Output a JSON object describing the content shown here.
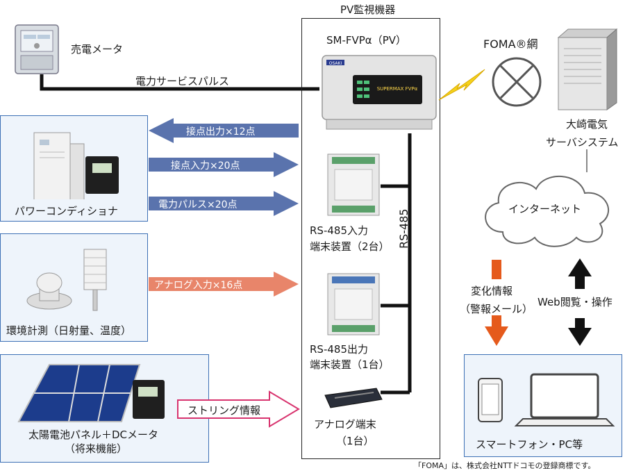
{
  "monitor": {
    "group_title": "PV監視機器",
    "device_name": "SM-FVPα（PV）",
    "brand": "OSAKI",
    "model_text": "SUPERMAX FVPα"
  },
  "meter": {
    "label": "売電メータ",
    "pulse_line": "電力サービスパルス"
  },
  "left_boxes": {
    "power_conditioner": "パワーコンディショナ",
    "environment": "環境計測（日射量、温度）",
    "solar": "太陽電池パネル＋DCメータ",
    "solar_note": "（将来機能）"
  },
  "arrows": {
    "contact_out": "接点出力×12点",
    "contact_in": "接点入力×20点",
    "power_pulse": "電力パルス×20点",
    "analog_in": "アナログ入力×16点",
    "string_info": "ストリング情報"
  },
  "terminals": {
    "rs485_in_1": "RS-485入力",
    "rs485_in_2": "端末装置（2台）",
    "rs485_out_1": "RS-485出力",
    "rs485_out_2": "端末装置（1台）",
    "analog_1": "アナログ端末",
    "analog_2": "（1台）",
    "bus_label": "RS-485"
  },
  "network": {
    "foma": "FOMA®網",
    "server_1": "大崎電気",
    "server_2": "サーバシステム",
    "internet": "インターネット",
    "change_1": "変化情報",
    "change_2": "（警報メール）",
    "web": "Web閲覧・操作",
    "devices": "スマートフォン・PC等"
  },
  "footnote": "「FOMA」は、株式会社NTTドコモの登録商標です。",
  "colors": {
    "blue_arrow": "#5a73ad",
    "orange_arrow": "#e8856a",
    "mail_arrow": "#e55a1c",
    "panel_border": "#3c6fb5",
    "panel_fill": "#eef4fb",
    "string_arrow": "#d8336e"
  }
}
